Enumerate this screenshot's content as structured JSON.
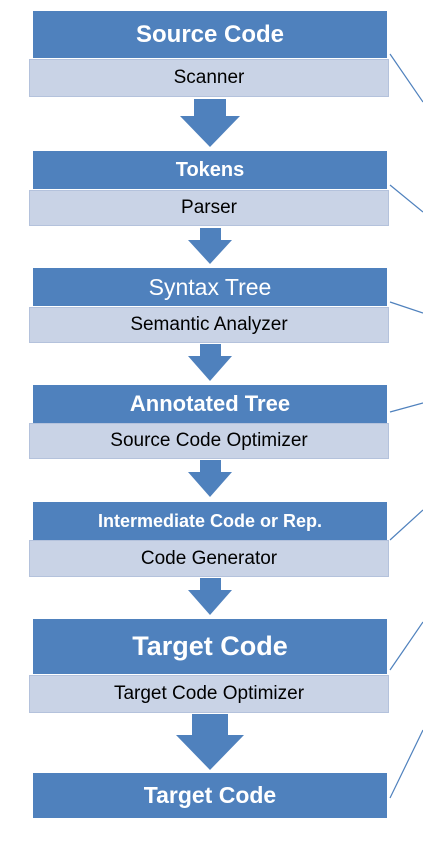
{
  "colors": {
    "header_fill": "#4f81bd",
    "header_text": "#ffffff",
    "phase_fill": "#c9d3e6",
    "phase_text": "#000000",
    "arrow_fill": "#4f81bd",
    "connector": "#4f81bd"
  },
  "stages": [
    {
      "label": "Source Code",
      "phase": "Scanner"
    },
    {
      "label": "Tokens",
      "phase": "Parser"
    },
    {
      "label": "Syntax Tree",
      "phase": "Semantic Analyzer"
    },
    {
      "label": "Annotated Tree",
      "phase": "Source Code Optimizer"
    },
    {
      "label": "Intermediate Code or Rep.",
      "phase": "Code Generator"
    },
    {
      "label": "Target Code",
      "phase": "Target Code Optimizer"
    },
    {
      "label": "Target Code",
      "phase": ""
    }
  ]
}
